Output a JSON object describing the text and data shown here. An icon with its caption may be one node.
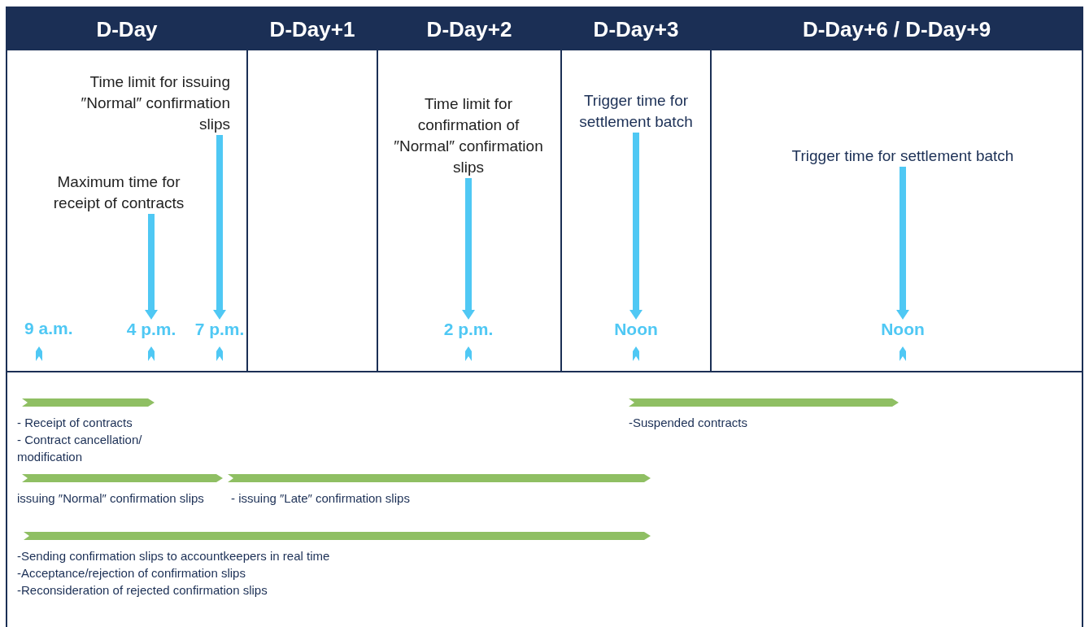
{
  "diagram": {
    "nodes": [
      {
        "text": [
          "D-Day"
        ]
      },
      {
        "text": [
          "D-Day+1"
        ]
      },
      {
        "text": [
          "D-Day+2"
        ]
      },
      {
        "text": [
          "D-Day+3"
        ]
      },
      {
        "text": [
          "D-Day+6 / D-Day+9"
        ]
      },
      {
        "text": [
          "Time limit for issuing ″Normal″ confirmation slips"
        ],
        "in": 0
      },
      {
        "text": [
          "Maximum time for receipt of contracts"
        ],
        "in": 0
      },
      {
        "text": [
          "4 p.m."
        ],
        "in": 0
      },
      {
        "text": [
          "7 p.m."
        ],
        "in": 0
      },
      {
        "text": [
          "Time limit for confirmation of ″Normal″ confirmation slips"
        ],
        "in": 2
      },
      {
        "text": [
          "2 p.m."
        ],
        "in": 2
      },
      {
        "text": [
          "Trigger time for settlement batch"
        ],
        "in": 3
      },
      {
        "text": [
          "Noon"
        ],
        "in": 3
      },
      {
        "text": [
          "Trigger time for settlement batch"
        ],
        "in": 4
      },
      {
        "text": [
          "Noon"
        ],
        "in": 4
      }
    ],
    "edges": [
      {
        "from": 6,
        "to": 7,
        "arrow": "to"
      },
      {
        "from": 5,
        "to": 8,
        "arrow": "to"
      },
      {
        "from": 9,
        "to": 10,
        "arrow": "to"
      },
      {
        "from": 11,
        "to": 12,
        "arrow": "to"
      },
      {
        "from": 13,
        "to": 14,
        "arrow": "to"
      }
    ],
    "labels": [
      "9 a.m.",
      "- Receipt of contracts",
      "-Suspended contracts",
      "- Contract cancellation/ modification",
      "issuing ″Normal″ confirmation slips",
      "- issuing ″Late″ confirmation slips",
      "-Sending confirmation slips to accountkeepers in real time",
      "-Acceptance/rejection of confirmation slips",
      "-Reconsideration of rejected confirmation slips"
    ]
  }
}
